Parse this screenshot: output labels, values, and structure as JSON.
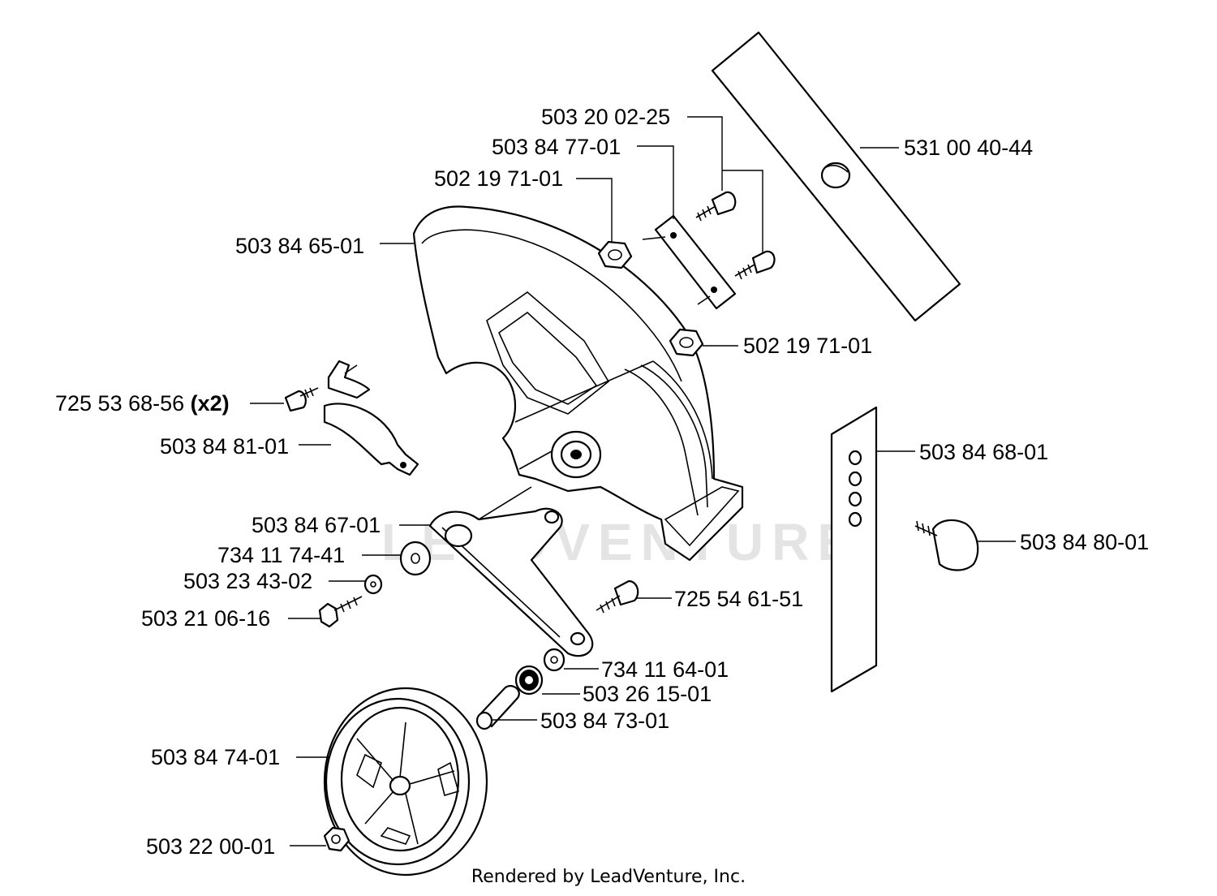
{
  "watermark": "LEADVENTURE",
  "footer": {
    "credit": "Rendered by LeadVenture, Inc."
  },
  "parts": {
    "p503_20_02_25": "503 20 02-25",
    "p503_84_77_01": "503 84 77-01",
    "p502_19_71_01_top": "502 19 71-01",
    "p531_00_40_44": "531 00 40-44",
    "p503_84_65_01": "503 84 65-01",
    "p502_19_71_01_bottom": "502 19 71-01",
    "p725_53_68_56": "725 53 68-56",
    "p725_53_68_56_qty": "(x2)",
    "p503_84_81_01": "503 84 81-01",
    "p503_84_68_01": "503 84 68-01",
    "p503_84_67_01": "503 84 67-01",
    "p503_84_80_01": "503 84 80-01",
    "p734_11_74_41": "734 11 74-41",
    "p503_23_43_02": "503 23 43-02",
    "p725_54_61_51": "725 54 61-51",
    "p503_21_06_16": "503 21 06-16",
    "p734_11_64_01": "734 11 64-01",
    "p503_26_15_01": "503 26 15-01",
    "p503_84_73_01": "503 84 73-01",
    "p503_84_74_01": "503 84 74-01",
    "p503_22_00_01": "503 22 00-01"
  }
}
